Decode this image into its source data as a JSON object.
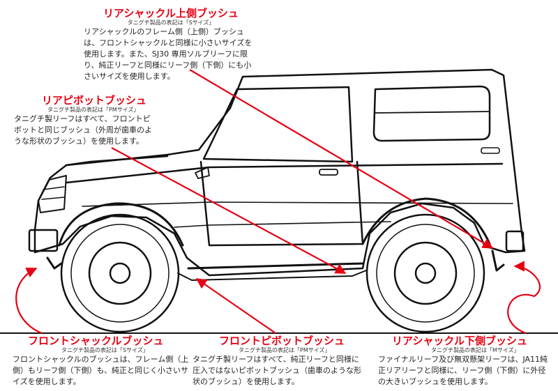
{
  "callouts": {
    "rear_shackle_upper": {
      "title": "リアシャックル上側ブッシュ",
      "note": "タニグチ製品の表記は「Sサイズ」",
      "body": "リアシャックルのフレーム側（上側）ブッシュは、フロントシャックルと同様に小さいサイズを使用します。また、SJ30 専用ソルブリーフに限り、純正リーフと同様にリーフ側（下側）にも小さいサイズを使用します。"
    },
    "rear_pivot": {
      "title": "リアピボットブッシュ",
      "note": "タニグチ製品の表記は「PMサイズ」",
      "body": "タニグチ製リーフはすべて、フロントピボットと同じブッシュ（外周が歯車のような形状のブッシュ）を使用します。"
    },
    "front_shackle": {
      "title": "フロントシャックルブッシュ",
      "note": "タニグチ製品の表記は「Sサイズ」",
      "body": "フロントシャックルのブッシュは、フレーム側（上側）もリーフ側（下側）も、純正と同じく小さいサイズを使用します。"
    },
    "front_pivot": {
      "title": "フロントピボットブッシュ",
      "note": "タニグチ製品の表記は「PMサイズ」",
      "body": "タニグチ製リーフはすべて、純正リーフと同様に圧入ではないピボットブッシュ（歯車のような形状のブッシュ）を使用します。"
    },
    "rear_shackle_lower": {
      "title": "リアシャックル下側ブッシュ",
      "note": "タニグチ製品の表記は「Mサイズ」",
      "body": "ファイナルリーフ及び無双懸架リーフは、JA11純正リアリーフと同様に、リーフ側（下側）に外径の大きいブッシュを使用します。"
    }
  },
  "colors": {
    "accent": "#e60012",
    "line": "#111111",
    "text": "#222222"
  },
  "icons": [
    "suzuki-jimny-vehicle-illustration",
    "pointer-arrow-icon"
  ]
}
